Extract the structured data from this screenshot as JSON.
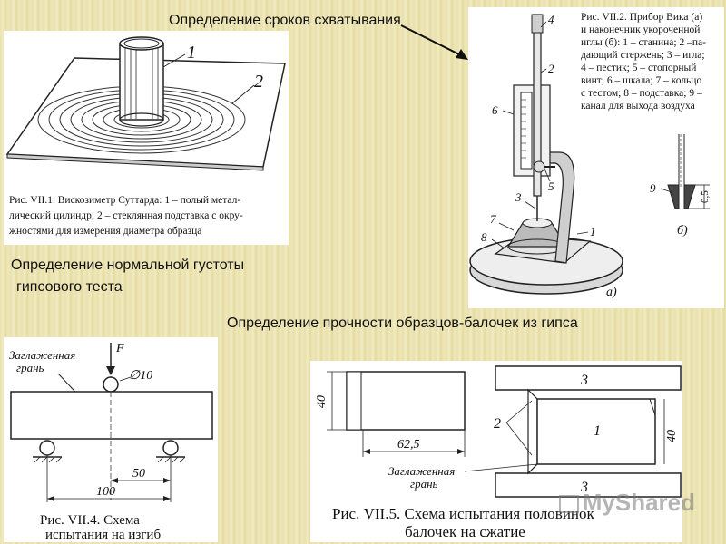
{
  "labels": {
    "setting_time": "Определение сроков схватывания",
    "normal_consistency_line1": "Определение нормальной густоты",
    "normal_consistency_line2": "гипсового теста",
    "beam_strength": "Определение прочности образцов-балочек из гипса"
  },
  "fig1": {
    "num1": "1",
    "num2": "2",
    "caption_line1": "Рис. VII.1. Вискозиметр Суттарда: 1 – полый метал-",
    "caption_line2": "лический цилиндр; 2 – стеклянная подставка с окру-",
    "caption_line3": "жностями для измерения диаметра образца"
  },
  "fig2": {
    "caption_lines": [
      "Рис. VII.2. Прибор Вика (а)",
      "и наконечник укороченной",
      "иглы (б): 1 – станина; 2 –па-",
      "дающий стержень; 3 – игла;",
      "4 – пестик; 5 – стопорный",
      "винт; 6 – шкала; 7 – кольцо",
      "с тестом; 8 – подставка; 9 –",
      "канал для выхода воздуха"
    ],
    "nums": {
      "n1": "1",
      "n2": "2",
      "n3": "3",
      "n4": "4",
      "n5": "5",
      "n6": "6",
      "n7": "7",
      "n8": "8",
      "n9": "9"
    },
    "dim_05": "0,5",
    "label_a": "а)",
    "label_b": "б)"
  },
  "fig4": {
    "smoothed_face_line1": "Заглаженная",
    "smoothed_face_line2": "грань",
    "force": "F",
    "diameter": "∅10",
    "dim_50": "50",
    "dim_100": "100",
    "caption_line1": "Рис. VII.4. Схема",
    "caption_line2": "испытания на изгиб"
  },
  "fig5": {
    "dim_40_left": "40",
    "dim_625": "62,5",
    "num3_top": "3",
    "num3_bottom": "3",
    "num2": "2",
    "num1": "1",
    "dim_40_right": "40",
    "smoothed_face_line1": "Заглаженная",
    "smoothed_face_line2": "грань",
    "caption_line1": "Рис. VII.5. Схема испытания половинок",
    "caption_line2": "балочек на сжатие"
  },
  "watermark": "MyShared"
}
